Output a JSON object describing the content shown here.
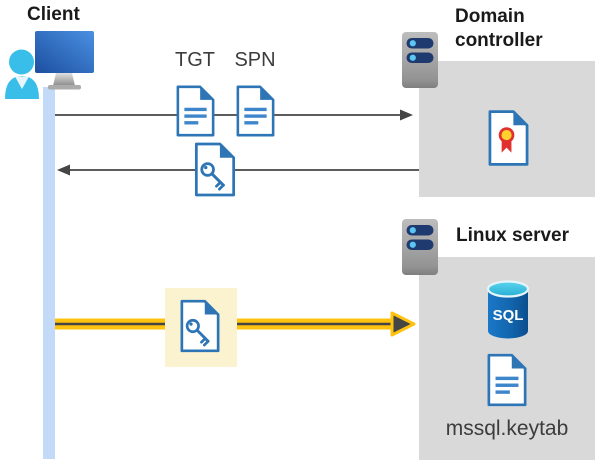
{
  "labels": {
    "client": "Client",
    "domain_controller": "Domain controller",
    "linux_server": "Linux server",
    "tgt": "TGT",
    "spn": "SPN",
    "sql": "SQL",
    "keytab": "mssql.keytab"
  },
  "icons": {
    "client": "client-computer-user-icon",
    "domain_controller_server": "server-icon",
    "linux_server": "server-icon",
    "tgt_ticket": "ticket-document-icon",
    "spn_ticket": "ticket-document-icon",
    "service_ticket": "key-document-icon",
    "highlighted_ticket": "key-document-icon",
    "certificate": "certificate-document-icon",
    "sql_database": "sql-database-cylinder-icon",
    "keytab_file": "text-document-icon"
  },
  "colors": {
    "doc-blue": "#2E75B6",
    "doc-line-blue": "#3E86CB",
    "timeline-blue": "#C2DAF8",
    "box-gray": "#D9D9D9",
    "arrow-gray": "#454545",
    "accent-yellow": "#FFC20E",
    "highlight-yellow": "#FBF2D0",
    "server-bar-navy": "#1E3A6E",
    "server-dot-blue": "#5BC6F2",
    "cert-red": "#E0312E",
    "cert-gold": "#FFD02E",
    "person-cyan": "#38BEE8",
    "label-dark": "#1A1A1A",
    "sublabel-gray": "#3C3C3C"
  }
}
